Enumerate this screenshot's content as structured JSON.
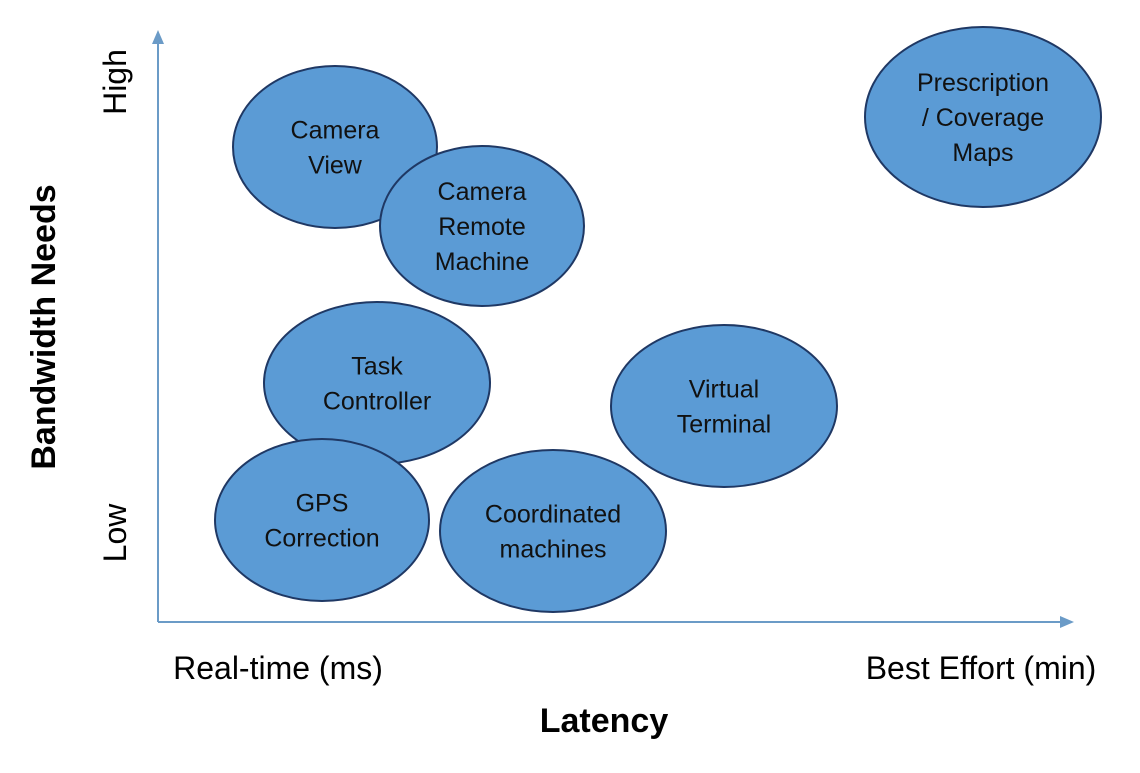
{
  "x_axis": {
    "title": "Latency",
    "low_label": "Real-time (ms)",
    "high_label": "Best Effort (min)"
  },
  "y_axis": {
    "title": "Bandwidth Needs",
    "low_label": "Low",
    "high_label": "High"
  },
  "colors": {
    "bubble_fill": "#5b9bd5",
    "bubble_stroke": "#1f3864",
    "axis": "#6b9bc7"
  },
  "items": [
    {
      "id": "camera-view",
      "lines": [
        "Camera",
        "View"
      ]
    },
    {
      "id": "prescription-coverage-maps",
      "lines": [
        "Prescription",
        "/ Coverage",
        "Maps"
      ]
    },
    {
      "id": "camera-remote-machine",
      "lines": [
        "Camera",
        "Remote",
        "Machine"
      ]
    },
    {
      "id": "task-controller",
      "lines": [
        "Task",
        "Controller"
      ]
    },
    {
      "id": "virtual-terminal",
      "lines": [
        "Virtual",
        "Terminal"
      ]
    },
    {
      "id": "gps-correction",
      "lines": [
        "GPS",
        "Correction"
      ]
    },
    {
      "id": "coordinated-machines",
      "lines": [
        "Coordinated",
        "machines"
      ]
    }
  ]
}
